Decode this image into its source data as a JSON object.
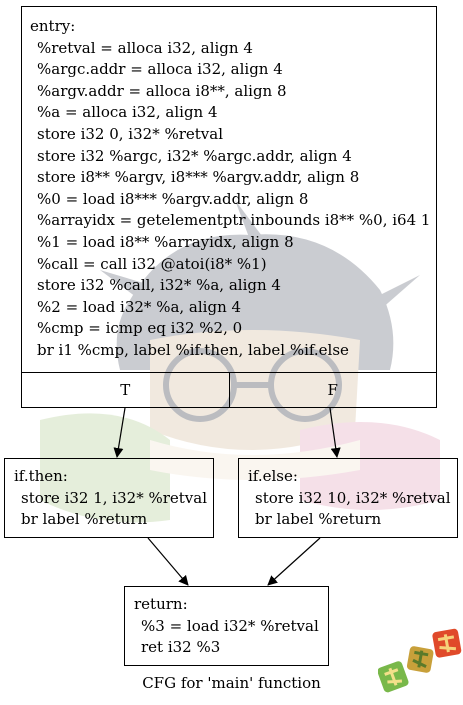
{
  "graph": {
    "entry": {
      "label": "entry:",
      "lines": [
        "%retval = alloca i32, align 4",
        "%argc.addr = alloca i32, align 4",
        "%argv.addr = alloca i8**, align 8",
        "%a = alloca i32, align 4",
        "store i32 0, i32* %retval",
        "store i32 %argc, i32* %argc.addr, align 4",
        "store i8** %argv, i8*** %argv.addr, align 8",
        "%0 = load i8*** %argv.addr, align 8",
        "%arrayidx = getelementptr inbounds i8** %0, i64 1",
        "%1 = load i8** %arrayidx, align 8",
        "%call = call i32 @atoi(i8* %1)",
        "store i32 %call, i32* %a, align 4",
        "%2 = load i32* %a, align 4",
        "%cmp = icmp eq i32 %2, 0",
        "br i1 %cmp, label %if.then, label %if.else"
      ],
      "true_port": "T",
      "false_port": "F"
    },
    "if_then": {
      "label": "if.then:",
      "lines": [
        "store i32 1, i32* %retval",
        "br label %return"
      ]
    },
    "if_else": {
      "label": "if.else:",
      "lines": [
        "store i32 10, i32* %retval",
        "br label %return"
      ]
    },
    "ret": {
      "label": "return:",
      "lines": [
        "%3 = load i32* %retval",
        "ret i32 %3"
      ]
    },
    "caption": "CFG for 'main' function"
  },
  "colors": {
    "line": "#000000",
    "watermark_hair": "#6a6f7d",
    "watermark_skin": "#d9c3a6",
    "watermark_green": "#b7cf9b",
    "watermark_pink": "#e4a7c0",
    "stamp_red": "#e04a2a",
    "stamp_green": "#79b84a"
  }
}
